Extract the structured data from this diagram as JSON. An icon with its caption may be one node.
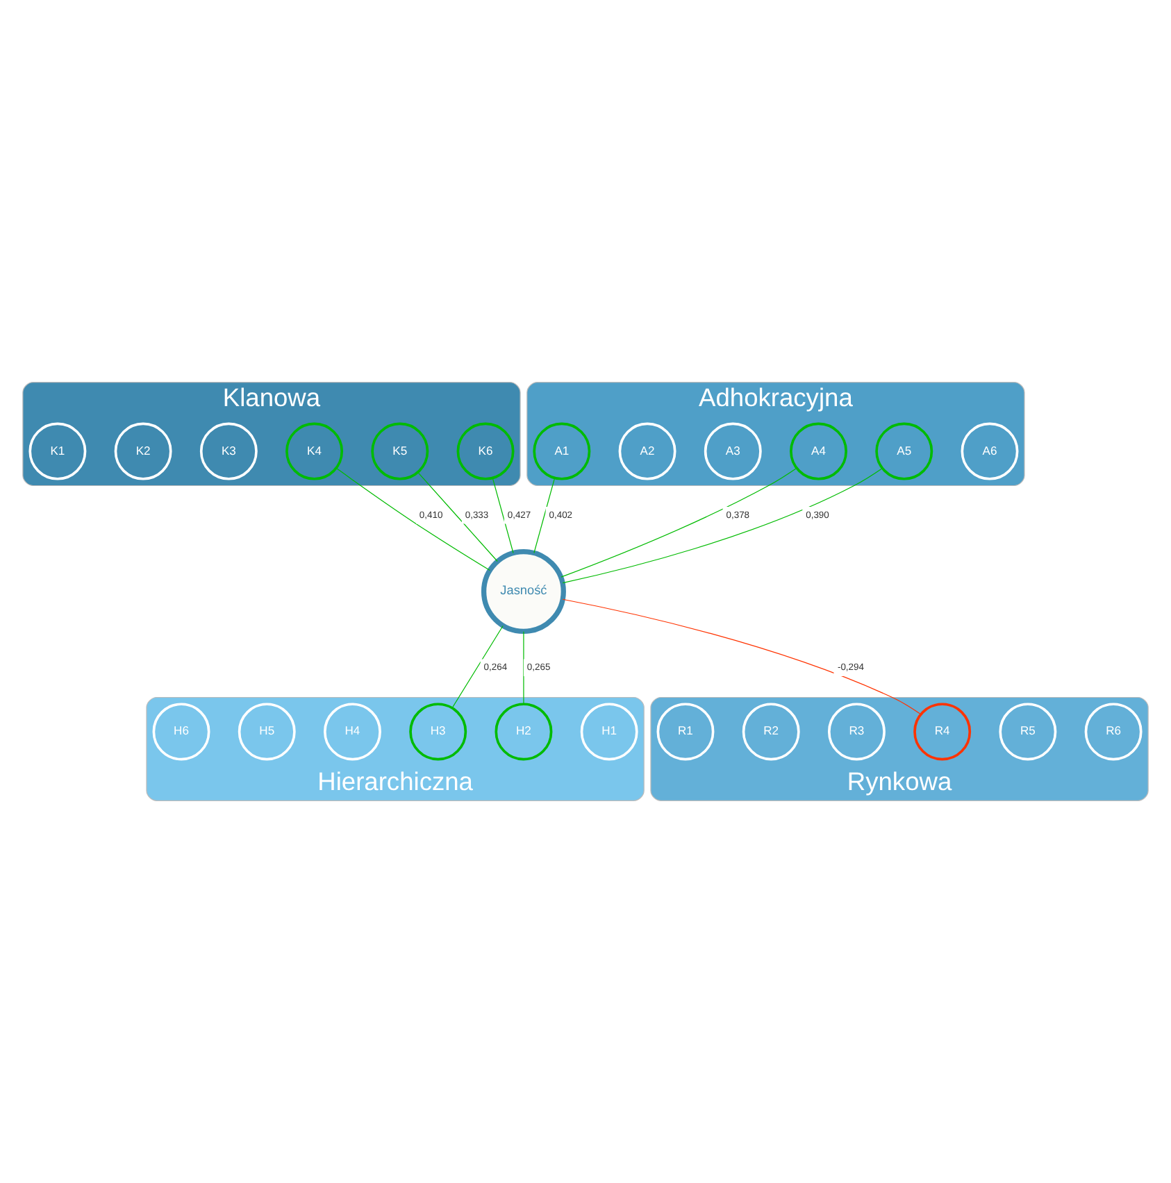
{
  "diagram": {
    "nodes": [
      {
        "text": [
          "Klanowa"
        ]
      },
      {
        "text": [
          "K1"
        ],
        "in": 0
      },
      {
        "text": [
          "K2"
        ],
        "in": 0
      },
      {
        "text": [
          "K3"
        ],
        "in": 0
      },
      {
        "text": [
          "K4"
        ],
        "in": 0
      },
      {
        "text": [
          "K5"
        ],
        "in": 0
      },
      {
        "text": [
          "K6"
        ],
        "in": 0
      },
      {
        "text": [
          "Adhokracyjna"
        ]
      },
      {
        "text": [
          "A1"
        ],
        "in": 7
      },
      {
        "text": [
          "A2"
        ],
        "in": 7
      },
      {
        "text": [
          "A3"
        ],
        "in": 7
      },
      {
        "text": [
          "A4"
        ],
        "in": 7
      },
      {
        "text": [
          "A5"
        ],
        "in": 7
      },
      {
        "text": [
          "A6"
        ],
        "in": 7
      },
      {
        "text": [
          "Hierarchiczna"
        ]
      },
      {
        "text": [
          "H6"
        ],
        "in": 14
      },
      {
        "text": [
          "H5"
        ],
        "in": 14
      },
      {
        "text": [
          "H4"
        ],
        "in": 14
      },
      {
        "text": [
          "H3"
        ],
        "in": 14
      },
      {
        "text": [
          "H2"
        ],
        "in": 14
      },
      {
        "text": [
          "H1"
        ],
        "in": 14
      },
      {
        "text": [
          "Rynkowa"
        ]
      },
      {
        "text": [
          "R1"
        ],
        "in": 21
      },
      {
        "text": [
          "R2"
        ],
        "in": 21
      },
      {
        "text": [
          "R3"
        ],
        "in": 21
      },
      {
        "text": [
          "R4"
        ],
        "in": 21
      },
      {
        "text": [
          "R5"
        ],
        "in": 21
      },
      {
        "text": [
          "R6"
        ],
        "in": 21
      },
      {
        "text": [
          "Jasność"
        ]
      }
    ],
    "edges": [
      {
        "from": 28,
        "to": 4,
        "arrow": "none",
        "label": "0,410"
      },
      {
        "from": 28,
        "to": 5,
        "arrow": "none",
        "label": "0,333"
      },
      {
        "from": 28,
        "to": 6,
        "arrow": "none",
        "label": "0,427"
      },
      {
        "from": 28,
        "to": 8,
        "arrow": "none",
        "label": "0,402"
      },
      {
        "from": 28,
        "to": 11,
        "arrow": "none",
        "label": "0,378"
      },
      {
        "from": 28,
        "to": 12,
        "arrow": "none",
        "label": "0,390"
      },
      {
        "from": 28,
        "to": 18,
        "arrow": "none",
        "label": "0,264"
      },
      {
        "from": 28,
        "to": 19,
        "arrow": "none",
        "label": "0,265"
      },
      {
        "from": 28,
        "to": 25,
        "arrow": "none",
        "label": "-0,294",
        "color": "#ff3300"
      }
    ]
  }
}
